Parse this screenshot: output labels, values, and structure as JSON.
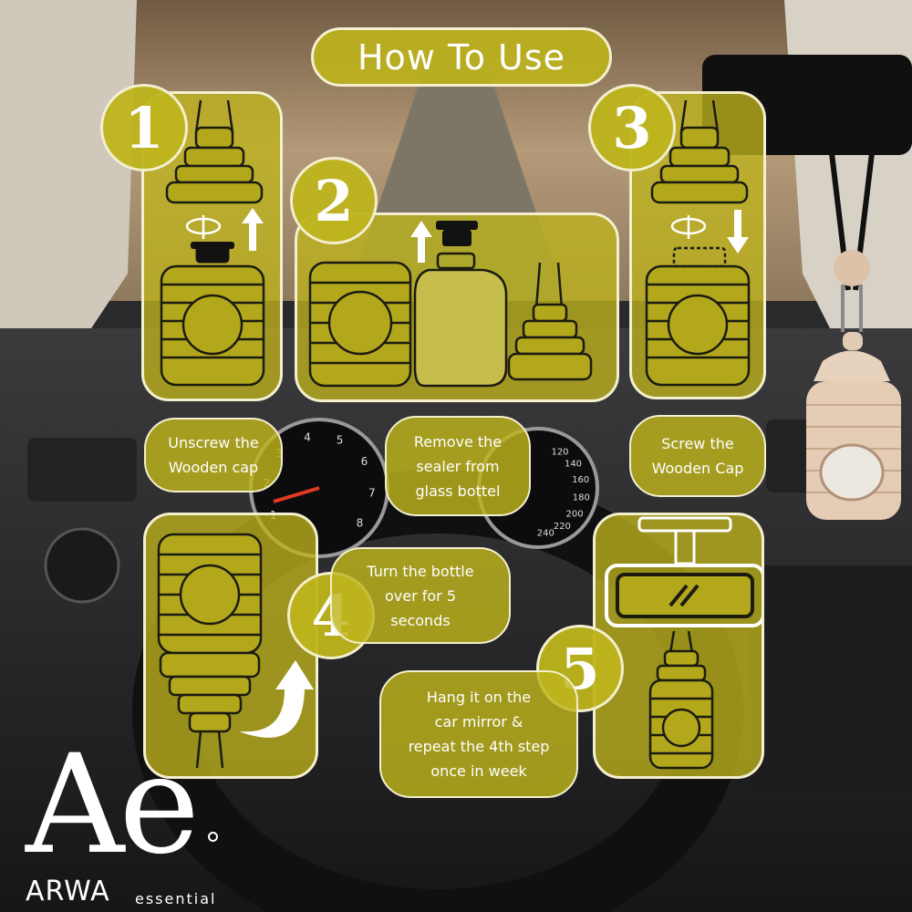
{
  "title": "How To Use",
  "steps": [
    {
      "number": "1",
      "caption": "Unscrew the\nWooden cap"
    },
    {
      "number": "2",
      "caption": "Remove the\nsealer from\nglass bottel"
    },
    {
      "number": "3",
      "caption": "Screw the\nWooden Cap"
    },
    {
      "number": "4",
      "caption": "Turn the bottle\nover for 5\nseconds"
    },
    {
      "number": "5",
      "caption": "Hang it on the\ncar mirror &\nrepeat the 4th step\nonce in week"
    }
  ],
  "brand": {
    "monogram": "Ae",
    "name": "ARWA",
    "suffix": "essential"
  },
  "speedometer": {
    "ticks": [
      "1",
      "2",
      "3",
      "4",
      "5",
      "6",
      "7",
      "8"
    ]
  },
  "speed_gauge": {
    "ticks": [
      "120",
      "140",
      "160",
      "180",
      "200",
      "220",
      "240"
    ]
  },
  "colors": {
    "panel": "#bdb31c",
    "border": "#f3efcf",
    "text": "#ffffff",
    "ink": "#1b1b10"
  }
}
